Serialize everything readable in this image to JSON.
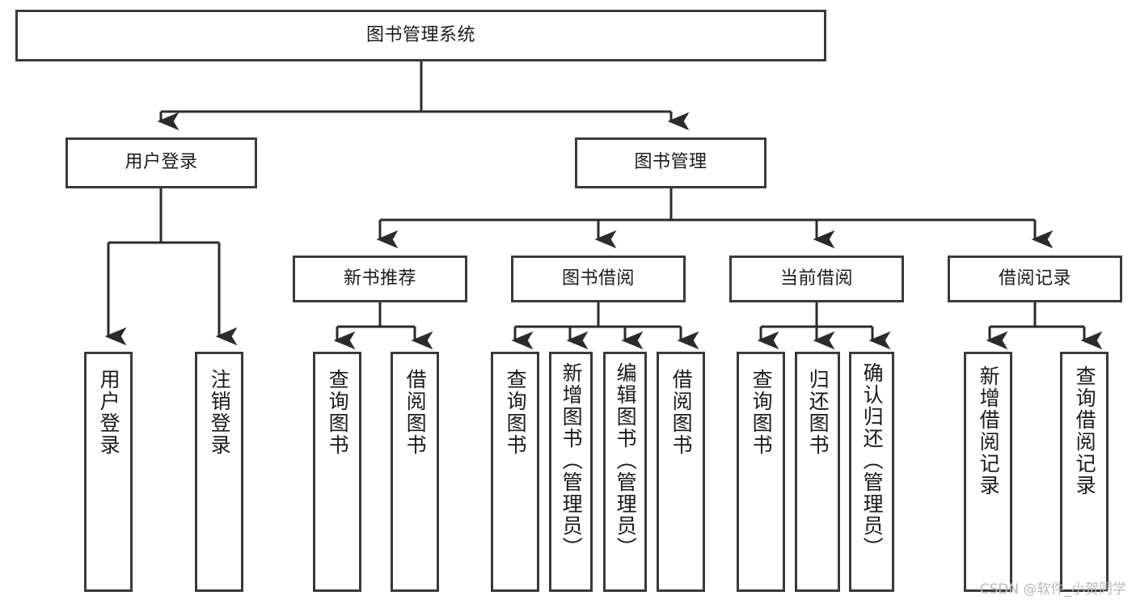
{
  "diagram": {
    "type": "tree-hierarchy-diagram",
    "title": "图书管理系统",
    "colors": {
      "box_border": "#3a3a3a",
      "box_fill": "#ffffff",
      "connector": "#2b2b2b",
      "text": "#1a1a1a",
      "watermark": "#b9b9b9",
      "background": "#ffffff"
    },
    "root": {
      "label": "图书管理系统"
    },
    "level2": [
      {
        "label": "用户登录"
      },
      {
        "label": "图书管理"
      }
    ],
    "level3": [
      {
        "label": "新书推荐"
      },
      {
        "label": "图书借阅"
      },
      {
        "label": "当前借阅"
      },
      {
        "label": "借阅记录"
      }
    ],
    "leaves": {
      "user_login": [
        {
          "label": "用户登录"
        },
        {
          "label": "注销登录"
        }
      ],
      "new_book_recommend": [
        {
          "label": "查询图书"
        },
        {
          "label": "借阅图书"
        }
      ],
      "book_borrow": [
        {
          "label": "查询图书"
        },
        {
          "label": "新增图书（管理员）"
        },
        {
          "label": "编辑图书（管理员）"
        },
        {
          "label": "借阅图书"
        }
      ],
      "current_borrow": [
        {
          "label": "查询图书"
        },
        {
          "label": "归还图书"
        },
        {
          "label": "确认归还（管理员）"
        }
      ],
      "borrow_record": [
        {
          "label": "新增借阅记录"
        },
        {
          "label": "查询借阅记录"
        }
      ]
    },
    "watermark": "CSDN @软件_小贺同学"
  }
}
